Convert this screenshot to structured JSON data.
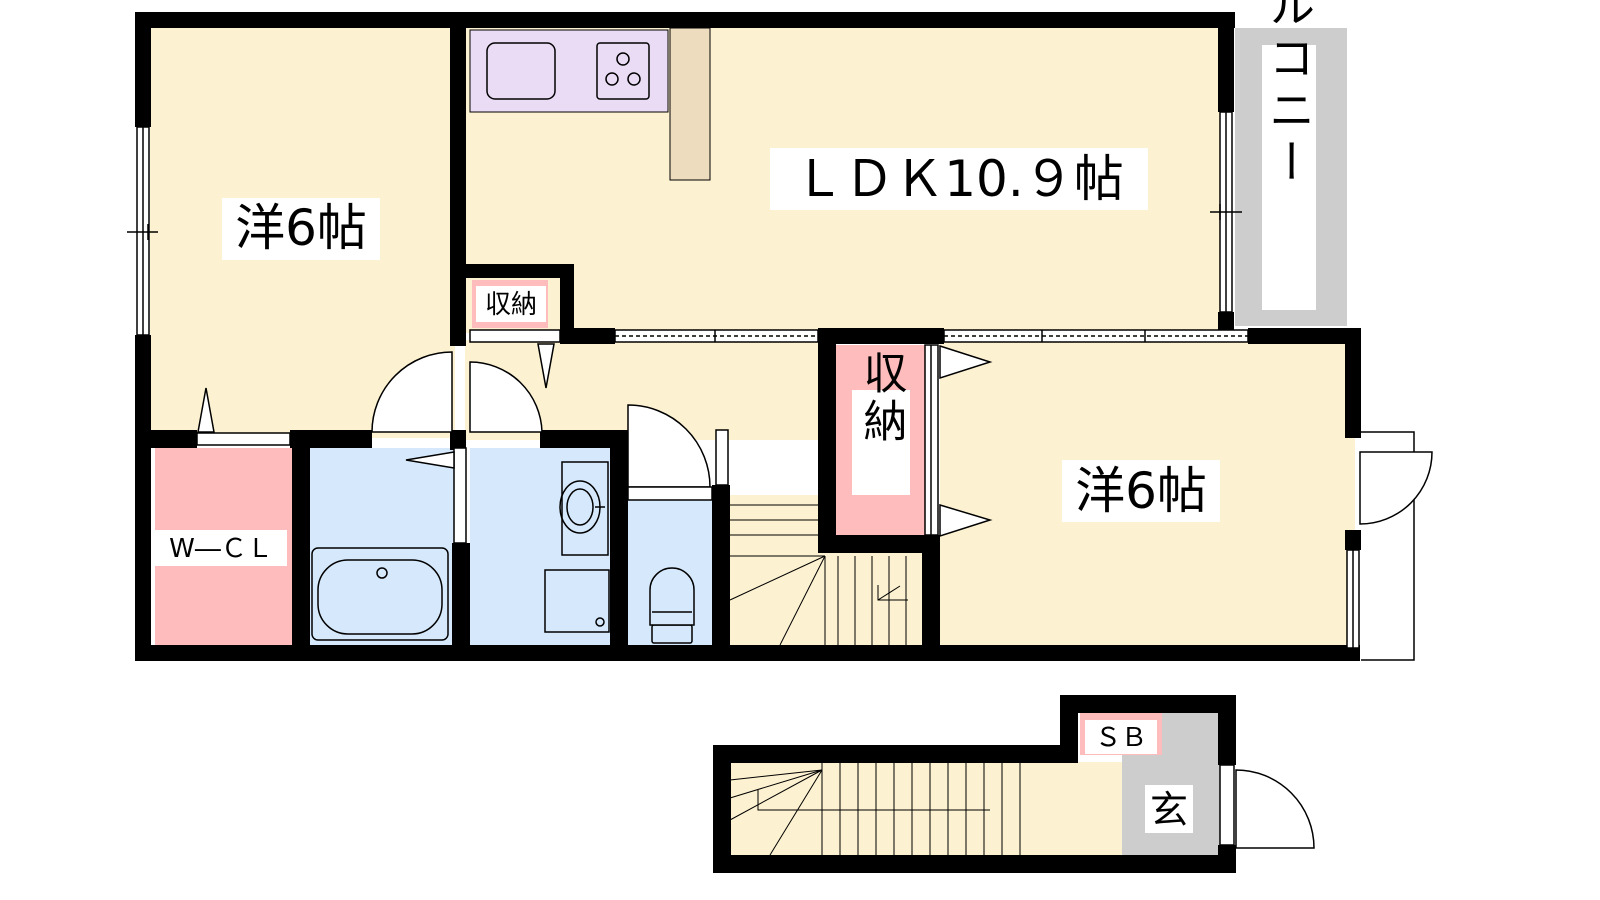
{
  "colors": {
    "room_floor": "#fcf1d0",
    "closet_pink": "#ffbcbc",
    "wet_area_blue": "#d6e9fc",
    "kitchen_lilac": "#ebdcf5",
    "balcony_gray": "#cdcdcd",
    "counter_tan": "#eedcbf",
    "wall_black": "#000000"
  },
  "rooms": {
    "western_room_1": "洋6帖",
    "ldk": "ＬＤＫ10.９帖",
    "balcony": "バルコニー",
    "storage_small": "収納",
    "storage_tall": "収納",
    "western_room_2": "洋6帖",
    "walk_in_closet": "W―ＣＬ",
    "shoe_box": "ＳＢ",
    "entrance": "玄"
  },
  "icons": {
    "stove": "stove-icon",
    "kitchen_sink": "kitchen-sink-icon",
    "bathtub": "bathtub-icon",
    "washbasin": "washbasin-icon",
    "toilet": "toilet-icon",
    "washing_machine": "washing-machine-pan-icon"
  }
}
